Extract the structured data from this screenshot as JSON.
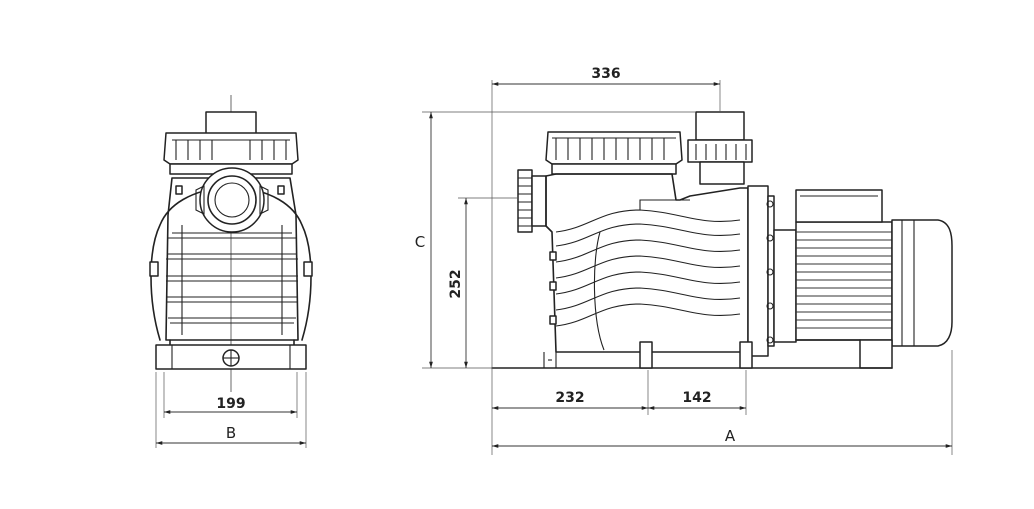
{
  "dimensions": {
    "front_width": "199",
    "front_total": "B",
    "side_top": "336",
    "side_height": "252",
    "side_total_height": "C",
    "side_base_left": "232",
    "side_base_right": "142",
    "side_total_length": "A"
  },
  "colors": {
    "line": "#222222",
    "background": "#ffffff"
  }
}
